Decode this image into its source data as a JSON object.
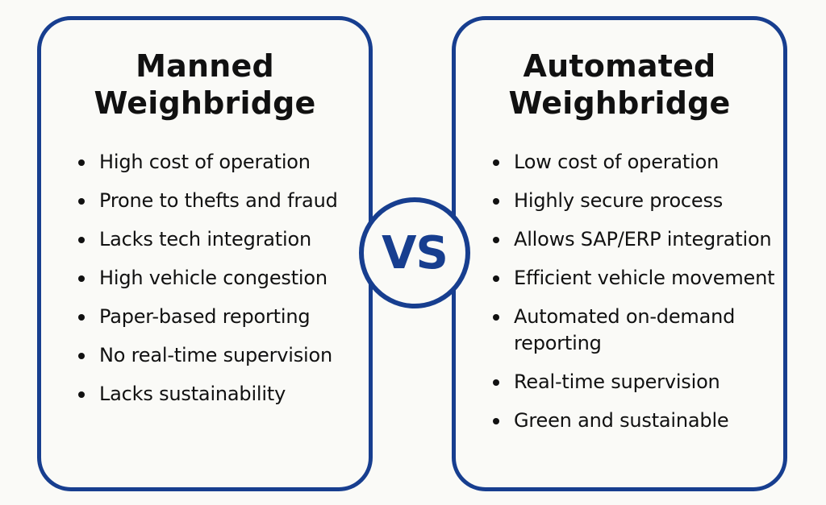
{
  "colors": {
    "accent": "#173e8f",
    "background": "#fafaf7",
    "text": "#111111"
  },
  "left": {
    "title_line1": "Manned",
    "title_line2": "Weighbridge",
    "items": [
      "High cost of operation",
      "Prone to thefts and fraud",
      "Lacks tech integration",
      "High vehicle congestion",
      "Paper-based reporting",
      "No real-time supervision",
      "Lacks sustainability"
    ]
  },
  "vs_label": "VS",
  "right": {
    "title_line1": "Automated",
    "title_line2": "Weighbridge",
    "items": [
      "Low cost of operation",
      "Highly secure process",
      "Allows SAP/ERP integration",
      "Efficient vehicle movement",
      "Automated on-demand reporting",
      "Real-time supervision",
      "Green and sustainable"
    ]
  }
}
